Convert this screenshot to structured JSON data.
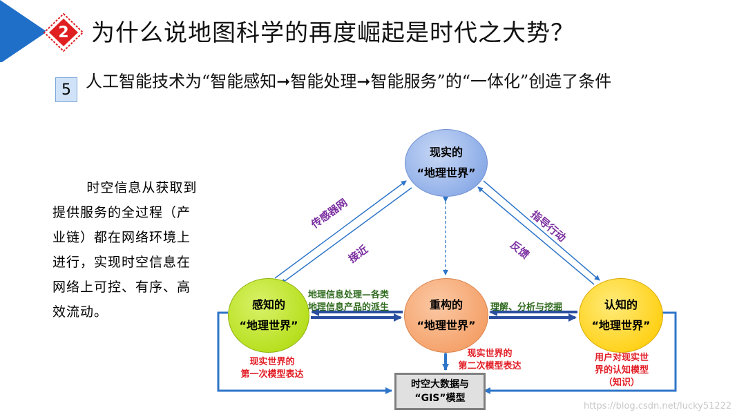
{
  "header": {
    "number": "2",
    "title": "为什么说地图科学的再度崛起是时代之大势？"
  },
  "point": {
    "number": "5",
    "text": "人工智能技术为“智能感知➞智能处理➞智能服务”的“一体化”创造了条件"
  },
  "side_text": "时空信息从获取到提供服务的全过程（产业链）都在网络环境上进行，实现时空信息在网络上可控、有序、高效流动。",
  "diagram": {
    "nodes": {
      "top": {
        "line1": "现实的",
        "line2": "“地理世界”"
      },
      "left": {
        "line1": "感知的",
        "line2": "“地理世界”"
      },
      "mid": {
        "line1": "重构的",
        "line2": "“地理世界”"
      },
      "right": {
        "line1": "认知的",
        "line2": "“地理世界”"
      }
    },
    "data_box": {
      "line1": "时空大数据与",
      "line2": "“GIS”模型"
    },
    "edge_labels": {
      "sensor_network": "传感器网",
      "approach": "接近",
      "guide_action": "指导行动",
      "feedback": "反馈",
      "processing_1": "地理信息处理—各类",
      "processing_2": "地理信息产品的派生",
      "understand": "理解、分析与挖掘"
    },
    "captions": {
      "left_1": "现实世界的",
      "left_2": "第一次模型表达",
      "mid_1": "现实世界的",
      "mid_2": "第二次模型表达",
      "right_1": "用户对现实世",
      "right_2": "界的认知模型",
      "right_3": "（知识）"
    }
  },
  "watermark": "https://blog.csdn.net/lucky51222",
  "colors": {
    "title_triangle": "#1f6fc9",
    "diamond": "#e02020",
    "arrow_blue": "#2e75c8",
    "label_purple": "#7b2fa0",
    "label_red": "#e21d25",
    "label_green": "#2f6a1e"
  }
}
